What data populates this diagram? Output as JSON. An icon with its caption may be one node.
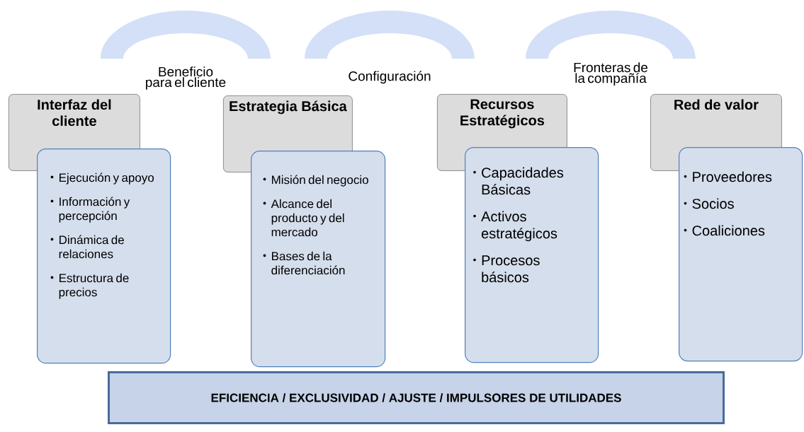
{
  "diagram": {
    "nodes": [
      {
        "text": [
          "Beneficio para el cliente"
        ]
      },
      {
        "text": [
          "Configuración"
        ]
      },
      {
        "text": [
          "Fronteras de la compañía"
        ]
      },
      {
        "text": [
          "Interfaz del cliente"
        ]
      },
      {
        "text": [
          "Ejecución y apoyo",
          "Información y percepción",
          "Dinámica de relaciones",
          "Estructura de precios"
        ]
      },
      {
        "text": [
          "Estrategia Básica"
        ]
      },
      {
        "text": [
          "Misión del negocio",
          "Alcance del producto y del mercado",
          "Bases de la diferenciación"
        ]
      },
      {
        "text": [
          "Recursos Estratégicos"
        ]
      },
      {
        "text": [
          "Capacidades Básicas",
          "Activos estratégicos",
          "Procesos básicos"
        ]
      },
      {
        "text": [
          "Red de valor"
        ]
      },
      {
        "text": [
          "Proveedores",
          "Socios",
          "Coaliciones"
        ]
      },
      {
        "text": [
          "EFICIENCIA / EXCLUSIVIDAD / AJUSTE / IMPULSORES DE UTILIDADES"
        ]
      }
    ]
  }
}
